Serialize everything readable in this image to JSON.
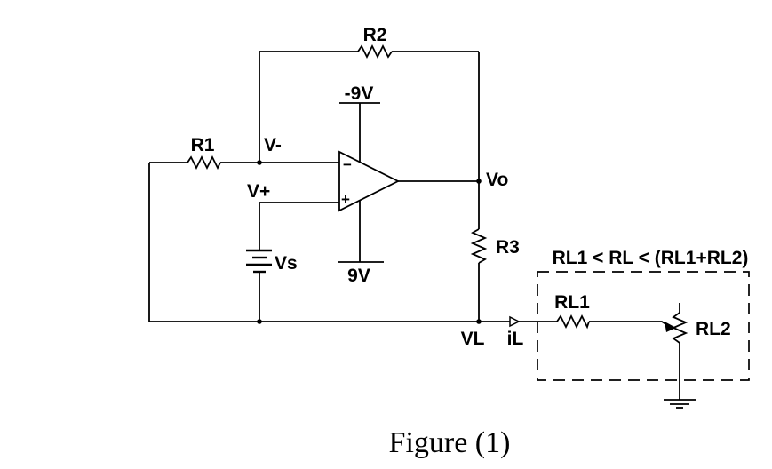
{
  "figure": {
    "caption": "Figure (1)"
  },
  "schematic": {
    "colors": {
      "ink": "#000000",
      "background": "#ffffff"
    },
    "labels": {
      "r1": "R1",
      "r2": "R2",
      "r3": "R3",
      "v_inverting": "V-",
      "v_noninverting": "V+",
      "negative_supply": "-9V",
      "positive_supply": "9V",
      "source": "Vs",
      "output": "Vo",
      "load_voltage": "VL",
      "load_current": "iL",
      "rl1": "RL1",
      "rl2": "RL2",
      "opamp_inverting_sign": "−",
      "opamp_noninverting_sign": "+",
      "load_range_note": "RL1 < RL < (RL1+RL2)"
    }
  }
}
